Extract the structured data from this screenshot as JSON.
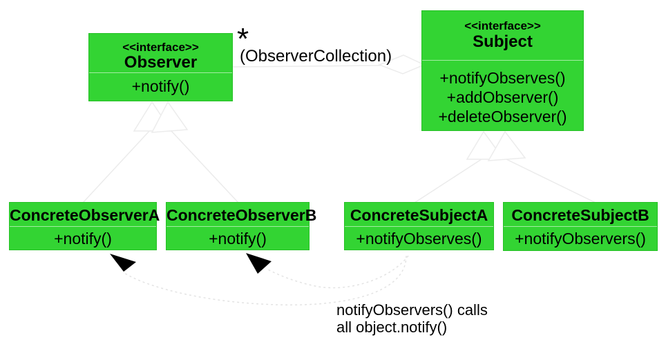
{
  "diagram": {
    "title": "Observer pattern UML class diagram",
    "classes": [
      {
        "id": "observer",
        "stereotype": "<<interface>>",
        "name": "Observer",
        "methods": [
          "+notify()"
        ]
      },
      {
        "id": "subject",
        "stereotype": "<<interface>>",
        "name": "Subject",
        "methods": [
          "+notifyObserves()",
          "+addObserver()",
          "+deleteObserver()"
        ]
      },
      {
        "id": "concrete-observer-a",
        "stereotype": "",
        "name": "ConcreteObserverA",
        "methods": [
          "+notify()"
        ]
      },
      {
        "id": "concrete-observer-b",
        "stereotype": "",
        "name": "ConcreteObserverB",
        "methods": [
          "+notify()"
        ]
      },
      {
        "id": "concrete-subject-a",
        "stereotype": "",
        "name": "ConcreteSubjectA",
        "methods": [
          "+notifyObserves()"
        ]
      },
      {
        "id": "concrete-subject-b",
        "stereotype": "",
        "name": "ConcreteSubjectB",
        "methods": [
          "+notifyObservers()"
        ]
      }
    ],
    "aggregation": {
      "multiplicity": "*",
      "label": "(ObserverCollection)"
    },
    "note": {
      "line1": "notifyObservers() calls",
      "line2": "all object.notify()"
    },
    "colors": {
      "class_fill": "#33d433",
      "class_border": "#26c126",
      "relation_stroke": "#ebebeb",
      "dependency_stroke": "#e3e3e3",
      "arrowhead_fill": "#000000",
      "text": "#000000",
      "background": "#ffffff"
    }
  }
}
